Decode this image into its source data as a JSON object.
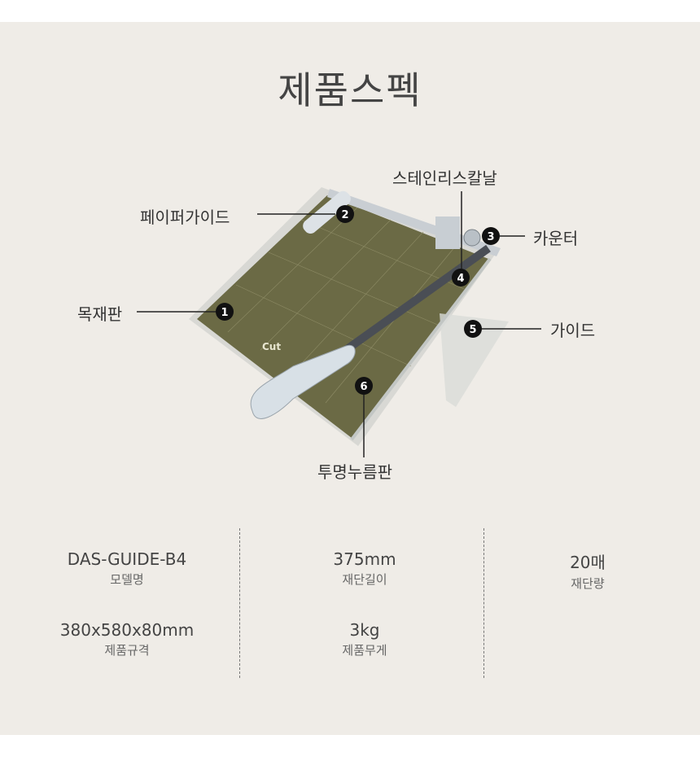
{
  "title": "제품스펙",
  "callouts": [
    {
      "num": "1",
      "label": "목재판"
    },
    {
      "num": "2",
      "label": "페이퍼가이드"
    },
    {
      "num": "3",
      "label": "카운터"
    },
    {
      "num": "4",
      "label": "스테인리스칼날"
    },
    {
      "num": "5",
      "label": "가이드"
    },
    {
      "num": "6",
      "label": "투명누름판"
    }
  ],
  "specs": [
    {
      "value": "DAS-GUIDE-B4",
      "key": "모델명"
    },
    {
      "value": "375mm",
      "key": "재단길이"
    },
    {
      "value": "20매",
      "key": "재단량"
    },
    {
      "value": "380x580x80mm",
      "key": "제품규격"
    },
    {
      "value": "3kg",
      "key": "제품무게"
    }
  ],
  "product_logo": "Cut"
}
